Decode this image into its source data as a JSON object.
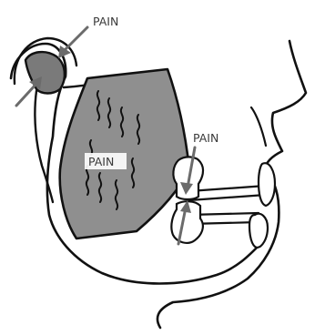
{
  "labels": {
    "tmj_pain": "PAIN",
    "muscle_pain": "PAIN",
    "tooth_pain": "PAIN"
  },
  "colors": {
    "line": "#111111",
    "muscle_fill": "#8f8f8f",
    "condyle_fill": "#7a7a7a",
    "arrow": "#6b6b6b",
    "label_text": "#3a3a3a",
    "label_box": "#ffffff"
  }
}
